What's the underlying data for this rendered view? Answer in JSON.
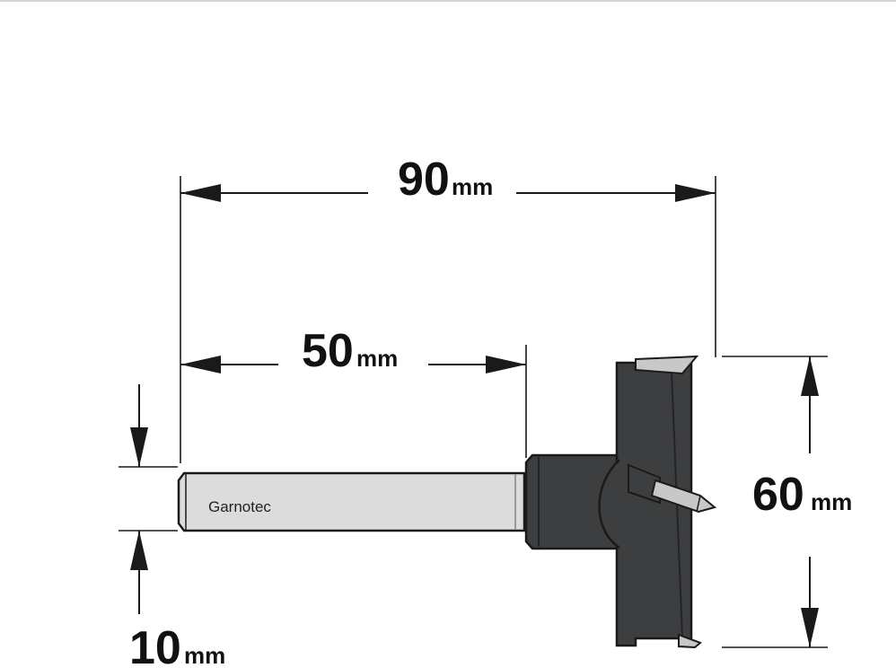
{
  "drawing": {
    "brand_label": "Garnotec",
    "colors": {
      "line": "#1a1a1a",
      "shank_fill": "#dcdcdc",
      "head_fill": "#3d3e40",
      "head_dark": "#232426",
      "tip_fill": "#c8c8c8"
    }
  },
  "dimensions": {
    "total_length": {
      "value": "90",
      "unit": "mm"
    },
    "shank_length": {
      "value": "50",
      "unit": "mm"
    },
    "cutter_diameter": {
      "value": "60",
      "unit": "mm"
    },
    "shank_diameter": {
      "value": "10",
      "unit": "mm"
    }
  }
}
